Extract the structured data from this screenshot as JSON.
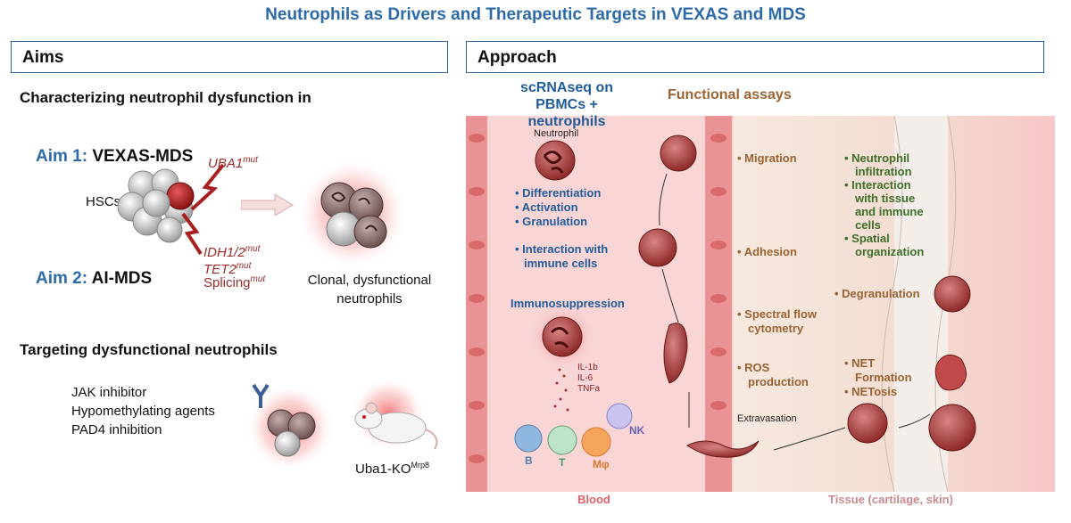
{
  "title": "Neutrophils as Drivers and Therapeutic Targets in VEXAS and MDS",
  "aims": {
    "header": "Aims",
    "section1": "Characterizing neutrophil dysfunction in",
    "aim1_num": "Aim 1:",
    "aim1_text": "VEXAS-MDS",
    "aim2_num": "Aim 2:",
    "aim2_text": "AI-MDS",
    "uba1": "UBA1",
    "mut_sup": "mut",
    "idh": "IDH1/2",
    "tet2": "TET2",
    "splicing": "Splicing",
    "hscs": "HSCs",
    "clonal": "Clonal, dysfunctional",
    "clonal2": "neutrophils",
    "section2": "Targeting dysfunctional neutrophils",
    "therapies": [
      "JAK inhibitor",
      "Hypomethylating agents",
      "PAD4 inhibition"
    ],
    "mouse": "Uba1-KO",
    "mouse_sup": "Mrp8"
  },
  "approach": {
    "header": "Approach",
    "scrna_1": "scRNAseq on",
    "scrna_2": "PBMCs + neutrophils",
    "functional": "Functional assays",
    "neutrophil": "Neutrophil",
    "bullets1": [
      "Differentiation",
      "Activation",
      "Granulation"
    ],
    "interaction_1": "Interaction with",
    "interaction_2": "immune cells",
    "immuno": "Immunosuppression",
    "cytokines": [
      "IL-1b",
      "IL-6",
      "TNFa"
    ],
    "cells": {
      "b": "B",
      "t": "T",
      "m": "Mφ",
      "nk": "NK"
    },
    "assays": {
      "migration": "Migration",
      "adhesion": "Adhesion",
      "spectral_1": "Spectral flow",
      "spectral_2": "cytometry",
      "ros_1": "ROS",
      "ros_2": "production"
    },
    "tissue": {
      "infil_1": "Neutrophil",
      "infil_2": "infiltration",
      "inter_1": "Interaction",
      "inter_2": "with tissue",
      "inter_3": "and immune",
      "inter_4": "cells",
      "spatial_1": "Spatial",
      "spatial_2": "organization",
      "degran": "Degranulation",
      "net_1": "NET",
      "net_2": "Formation",
      "netosis": "NETosis"
    },
    "extravasation": "Extravasation",
    "blood": "Blood",
    "tissue_label": "Tissue (cartilage, skin)"
  },
  "colors": {
    "title_blue": "#2d6aa8",
    "blood_pink": "#f9d3d4",
    "endothelial": "#e58585",
    "neutrophil_dark": "#a83232"
  }
}
